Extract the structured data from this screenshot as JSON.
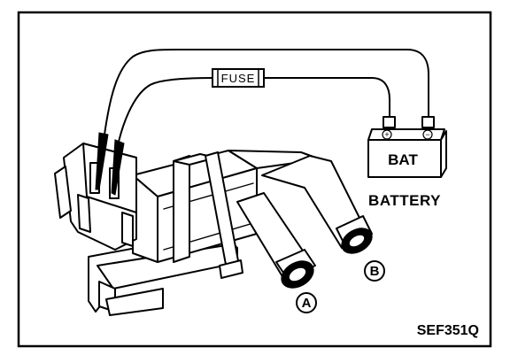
{
  "labels": {
    "fuse": "FUSE",
    "bat": "BAT",
    "battery": "BATTERY",
    "port_a": "A",
    "port_b": "B",
    "figure_code": "SEF351Q",
    "terminal_plus": "+",
    "terminal_minus": "−"
  },
  "colors": {
    "ink": "#000000",
    "paper": "#ffffff"
  }
}
